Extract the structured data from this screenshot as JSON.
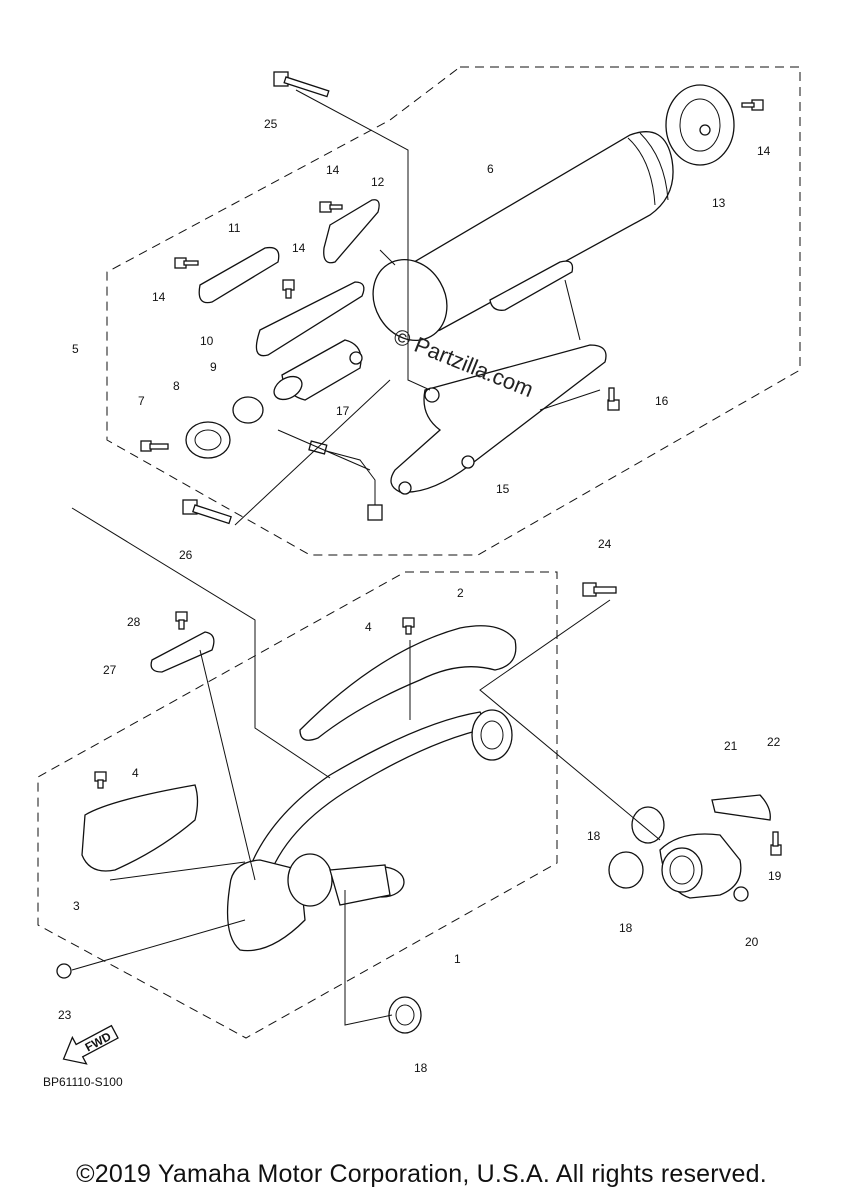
{
  "diagram": {
    "callouts": [
      {
        "id": "c1",
        "text": "1"
      },
      {
        "id": "c2",
        "text": "2"
      },
      {
        "id": "c3",
        "text": "3"
      },
      {
        "id": "c4a",
        "text": "4"
      },
      {
        "id": "c4b",
        "text": "4"
      },
      {
        "id": "c5",
        "text": "5"
      },
      {
        "id": "c6",
        "text": "6"
      },
      {
        "id": "c7",
        "text": "7"
      },
      {
        "id": "c8",
        "text": "8"
      },
      {
        "id": "c9",
        "text": "9"
      },
      {
        "id": "c10",
        "text": "10"
      },
      {
        "id": "c11",
        "text": "11"
      },
      {
        "id": "c12",
        "text": "12"
      },
      {
        "id": "c13",
        "text": "13"
      },
      {
        "id": "c14a",
        "text": "14"
      },
      {
        "id": "c14b",
        "text": "14"
      },
      {
        "id": "c14c",
        "text": "14"
      },
      {
        "id": "c14d",
        "text": "14"
      },
      {
        "id": "c15",
        "text": "15"
      },
      {
        "id": "c16",
        "text": "16"
      },
      {
        "id": "c17",
        "text": "17"
      },
      {
        "id": "c18a",
        "text": "18"
      },
      {
        "id": "c18b",
        "text": "18"
      },
      {
        "id": "c18c",
        "text": "18"
      },
      {
        "id": "c19",
        "text": "19"
      },
      {
        "id": "c20",
        "text": "20"
      },
      {
        "id": "c21",
        "text": "21"
      },
      {
        "id": "c22",
        "text": "22"
      },
      {
        "id": "c23",
        "text": "23"
      },
      {
        "id": "c24",
        "text": "24"
      },
      {
        "id": "c25",
        "text": "25"
      },
      {
        "id": "c26",
        "text": "26"
      },
      {
        "id": "c27",
        "text": "27"
      },
      {
        "id": "c28",
        "text": "28"
      }
    ],
    "fwd_label": "FWD",
    "watermark": "© Partzilla.com",
    "diagram_code": "BP61110-S100"
  },
  "footer": {
    "copyright": "©2019 Yamaha Motor Corporation, U.S.A. All rights reserved."
  }
}
